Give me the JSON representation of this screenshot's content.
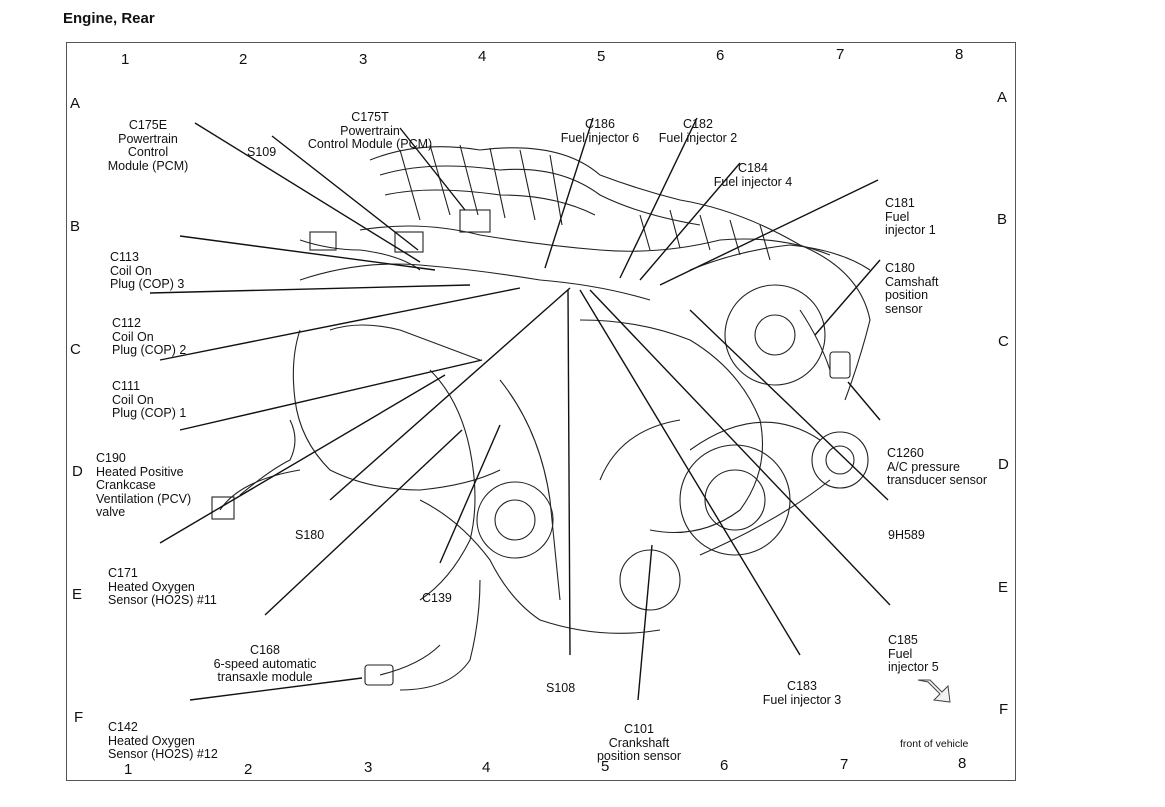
{
  "title": "Engine, Rear",
  "grid": {
    "columns": [
      "1",
      "2",
      "3",
      "4",
      "5",
      "6",
      "7",
      "8"
    ],
    "rows": [
      "A",
      "B",
      "C",
      "D",
      "E",
      "F"
    ]
  },
  "labels": {
    "c175e": [
      "C175E",
      "Powertrain",
      "Control",
      "Module (PCM)"
    ],
    "c175t": [
      "C175T",
      "Powertrain",
      "Control Module (PCM)"
    ],
    "s109": [
      "S109"
    ],
    "c186": [
      "C186",
      "Fuel injector 6"
    ],
    "c182": [
      "C182",
      "Fuel injector 2"
    ],
    "c184": [
      "C184",
      "Fuel injector 4"
    ],
    "c181": [
      "C181",
      "Fuel",
      "injector 1"
    ],
    "c180": [
      "C180",
      "Camshaft",
      "position",
      "sensor"
    ],
    "c113": [
      "C113",
      "Coil On",
      "Plug (COP) 3"
    ],
    "c112": [
      "C112",
      "Coil On",
      "Plug (COP) 2"
    ],
    "c111": [
      "C111",
      "Coil On",
      "Plug (COP) 1"
    ],
    "c190": [
      "C190",
      "Heated Positive",
      "Crankcase",
      "Ventilation (PCV)",
      "valve"
    ],
    "c1260": [
      "C1260",
      "A/C pressure",
      "transducer sensor"
    ],
    "s180": [
      "S180"
    ],
    "h9h589": [
      "9H589"
    ],
    "c171": [
      "C171",
      "Heated Oxygen",
      "Sensor (HO2S) #11"
    ],
    "c139": [
      "C139"
    ],
    "c168": [
      "C168",
      "6-speed automatic",
      "transaxle module"
    ],
    "c185": [
      "C185",
      "Fuel",
      "injector 5"
    ],
    "s108": [
      "S108"
    ],
    "c183": [
      "C183",
      "Fuel injector 3"
    ],
    "c142": [
      "C142",
      "Heated Oxygen",
      "Sensor (HO2S) #12"
    ],
    "c101": [
      "C101",
      "Crankshaft",
      "position sensor"
    ],
    "front": [
      "front of vehicle"
    ]
  }
}
